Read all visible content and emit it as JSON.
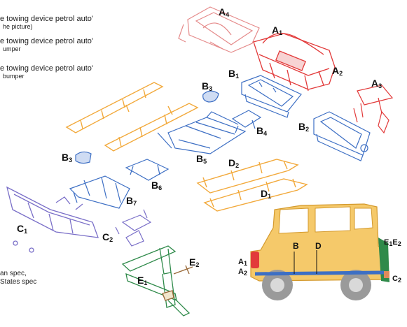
{
  "notes": [
    {
      "line1": "e towing device petrol auto'",
      "line2": "he picture)"
    },
    {
      "line1": "e towing device petrol auto'",
      "line2": "umper"
    },
    {
      "line1": "e towing device petrol auto'",
      "line2": "bumper"
    }
  ],
  "footer": [
    "an spec,",
    "States spec"
  ],
  "parts": {
    "A4": {
      "letter": "A",
      "sub": "4"
    },
    "A1": {
      "letter": "A",
      "sub": "1"
    },
    "A2": {
      "letter": "A",
      "sub": "2"
    },
    "A3": {
      "letter": "A",
      "sub": "3"
    },
    "B1": {
      "letter": "B",
      "sub": "1"
    },
    "B2": {
      "letter": "B",
      "sub": "2"
    },
    "B3a": {
      "letter": "B",
      "sub": "3"
    },
    "B3b": {
      "letter": "B",
      "sub": "3"
    },
    "B4": {
      "letter": "B",
      "sub": "4"
    },
    "B5": {
      "letter": "B",
      "sub": "5"
    },
    "B6": {
      "letter": "B",
      "sub": "6"
    },
    "B7": {
      "letter": "B",
      "sub": "7"
    },
    "C1": {
      "letter": "C",
      "sub": "1"
    },
    "C2": {
      "letter": "C",
      "sub": "2"
    },
    "D1": {
      "letter": "D",
      "sub": "1"
    },
    "D2": {
      "letter": "D",
      "sub": "2"
    },
    "E1": {
      "letter": "E",
      "sub": "1"
    },
    "E2": {
      "letter": "E",
      "sub": "2"
    }
  },
  "car_labels": {
    "A1": {
      "letter": "A",
      "sub": "1"
    },
    "A2": {
      "letter": "A",
      "sub": "2"
    },
    "B": "B",
    "D": "D",
    "E": {
      "l1": "E",
      "s1": "1",
      "l2": "E",
      "s2": "2"
    },
    "C2": {
      "letter": "C",
      "sub": "2"
    }
  },
  "colors": {
    "red": "#e23a3a",
    "pink": "#e58a8a",
    "blue": "#3d6fc4",
    "orange": "#f2a93b",
    "purple": "#7a6fc8",
    "green": "#2f8a4a",
    "car_body": "#f5c96a",
    "label": "#111111"
  }
}
